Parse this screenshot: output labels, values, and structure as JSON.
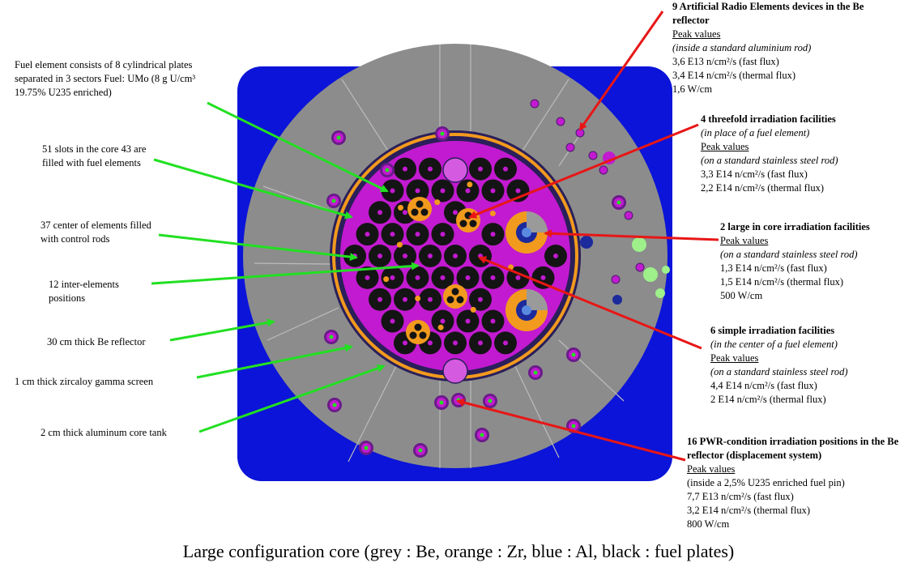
{
  "left_labels": {
    "fuel_element": "Fuel element consists of 8 cylindrical plates separated in 3 sectors Fuel: UMo (8 g U/cm³ 19.75% U235 enriched)",
    "slots": "51 slots in the core 43 are filled with fuel elements",
    "control_rods": "37 center of elements filled with control rods",
    "inter_elements": "12 inter-elements positions",
    "be_reflector": "30 cm thick Be reflector",
    "gamma_screen": "1 cm thick zircaloy gamma screen",
    "core_tank": "2 cm thick aluminum core tank"
  },
  "right_labels": {
    "radio_elements": {
      "title": "9 Artificial Radio Elements devices in the Be reflector",
      "peak": "Peak values",
      "note": "(inside a standard aluminium rod)",
      "lines": [
        "3,6 E13 n/cm²/s (fast flux)",
        "3,4 E14 n/cm²/s (thermal flux)",
        "1,6 W/cm"
      ]
    },
    "threefold": {
      "title": "4 threefold irradiation facilities",
      "note1": "(in place of a fuel element)",
      "peak": "Peak values",
      "note2": "(on a standard stainless steel rod)",
      "lines": [
        "3,3 E14 n/cm²/s (fast flux)",
        "2,2 E14 n/cm²/s (thermal flux)"
      ]
    },
    "large_incore": {
      "title": "2 large in core irradiation facilities",
      "peak": "Peak values",
      "note": "(on a standard stainless steel rod)",
      "lines": [
        "1,3 E14 n/cm²/s (fast flux)",
        "1,5 E14 n/cm²/s (thermal flux)",
        "500 W/cm"
      ]
    },
    "simple": {
      "title": "6 simple irradiation facilities",
      "note1": "(in the center of a fuel element)",
      "peak": "Peak values",
      "note2": "(on a standard stainless steel rod)",
      "lines": [
        "4,4 E14 n/cm²/s (fast flux)",
        "2 E14 n/cm²/s (thermal flux)"
      ]
    },
    "pwr": {
      "title": "16 PWR-condition irradiation positions in the Be reflector (displacement system)",
      "peak": "Peak values",
      "note": "(inside a 2,5% U235 enriched fuel pin)",
      "lines": [
        "7,7 E13 n/cm²/s (fast flux)",
        "3,2 E14 n/cm²/s (thermal flux)",
        "800 W/cm"
      ]
    }
  },
  "caption": "Large configuration core (grey : Be, orange : Zr, blue : Al, black : fuel plates)",
  "colors": {
    "aluminium_blue": "#0b14d8",
    "beryllium_grey": "#8c8c8c",
    "zirconium_orange": "#f29a1e",
    "core_magenta": "#c21ad0",
    "fuel_black": "#141414",
    "arrow_green": "#22e022",
    "arrow_red": "#e81616"
  }
}
